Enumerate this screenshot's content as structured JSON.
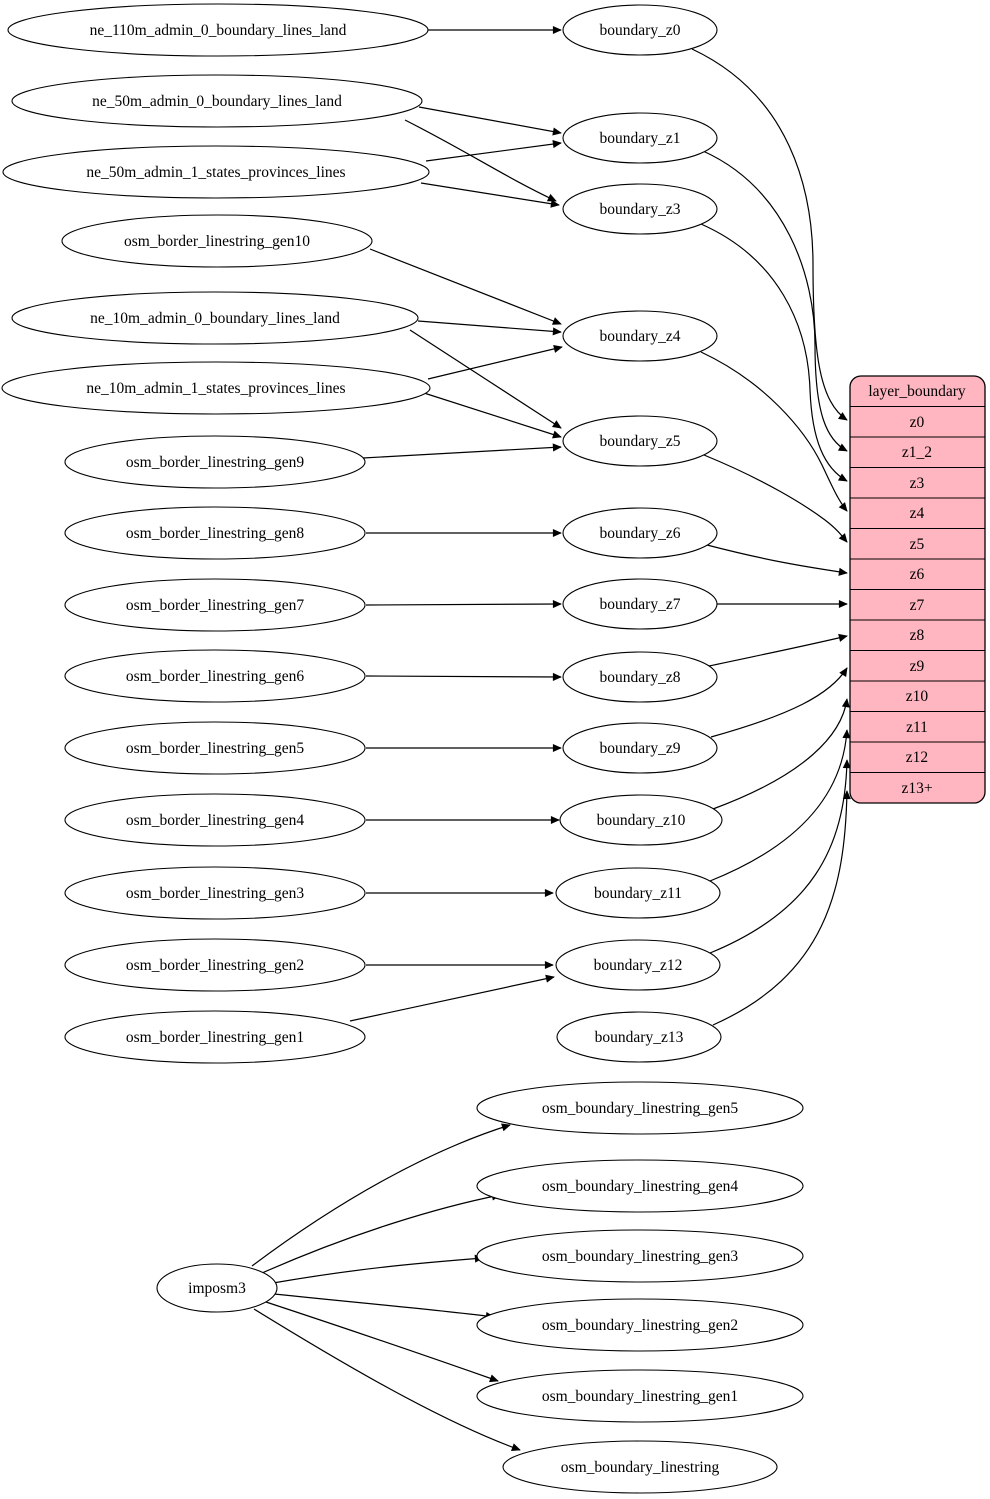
{
  "diagram": {
    "kind": "graphviz-digraph",
    "background_color": "#ffffff",
    "node_fill": "#ffffff",
    "node_stroke": "#000000",
    "edge_color": "#000000",
    "record_fill": "#ffb6c1"
  },
  "nodes": {
    "left": [
      "ne_110m_admin_0_boundary_lines_land",
      "ne_50m_admin_0_boundary_lines_land",
      "ne_50m_admin_1_states_provinces_lines",
      "osm_border_linestring_gen10",
      "ne_10m_admin_0_boundary_lines_land",
      "ne_10m_admin_1_states_provinces_lines",
      "osm_border_linestring_gen9",
      "osm_border_linestring_gen8",
      "osm_border_linestring_gen7",
      "osm_border_linestring_gen6",
      "osm_border_linestring_gen5",
      "osm_border_linestring_gen4",
      "osm_border_linestring_gen3",
      "osm_border_linestring_gen2",
      "osm_border_linestring_gen1"
    ],
    "middle": [
      "boundary_z0",
      "boundary_z1",
      "boundary_z3",
      "boundary_z4",
      "boundary_z5",
      "boundary_z6",
      "boundary_z7",
      "boundary_z8",
      "boundary_z9",
      "boundary_z10",
      "boundary_z11",
      "boundary_z12",
      "boundary_z13"
    ],
    "imposm3": "imposm3",
    "bottom": [
      "osm_boundary_linestring_gen5",
      "osm_boundary_linestring_gen4",
      "osm_boundary_linestring_gen3",
      "osm_boundary_linestring_gen2",
      "osm_boundary_linestring_gen1",
      "osm_boundary_linestring"
    ]
  },
  "table": {
    "title": "layer_boundary",
    "rows": [
      "z0",
      "z1_2",
      "z3",
      "z4",
      "z5",
      "z6",
      "z7",
      "z8",
      "z9",
      "z10",
      "z11",
      "z12",
      "z13+"
    ]
  },
  "edges": [
    {
      "from": "ne_110m_admin_0_boundary_lines_land",
      "to": "boundary_z0"
    },
    {
      "from": "ne_50m_admin_0_boundary_lines_land",
      "to": "boundary_z1"
    },
    {
      "from": "ne_50m_admin_0_boundary_lines_land",
      "to": "boundary_z3"
    },
    {
      "from": "ne_50m_admin_1_states_provinces_lines",
      "to": "boundary_z1"
    },
    {
      "from": "ne_50m_admin_1_states_provinces_lines",
      "to": "boundary_z3"
    },
    {
      "from": "osm_border_linestring_gen10",
      "to": "boundary_z4"
    },
    {
      "from": "ne_10m_admin_0_boundary_lines_land",
      "to": "boundary_z4"
    },
    {
      "from": "ne_10m_admin_0_boundary_lines_land",
      "to": "boundary_z5"
    },
    {
      "from": "ne_10m_admin_1_states_provinces_lines",
      "to": "boundary_z4"
    },
    {
      "from": "ne_10m_admin_1_states_provinces_lines",
      "to": "boundary_z5"
    },
    {
      "from": "osm_border_linestring_gen9",
      "to": "boundary_z5"
    },
    {
      "from": "osm_border_linestring_gen8",
      "to": "boundary_z6"
    },
    {
      "from": "osm_border_linestring_gen7",
      "to": "boundary_z7"
    },
    {
      "from": "osm_border_linestring_gen6",
      "to": "boundary_z8"
    },
    {
      "from": "osm_border_linestring_gen5",
      "to": "boundary_z9"
    },
    {
      "from": "osm_border_linestring_gen4",
      "to": "boundary_z10"
    },
    {
      "from": "osm_border_linestring_gen3",
      "to": "boundary_z11"
    },
    {
      "from": "osm_border_linestring_gen2",
      "to": "boundary_z12"
    },
    {
      "from": "osm_border_linestring_gen1",
      "to": "boundary_z12"
    },
    {
      "from": "boundary_z0",
      "to": "layer_boundary.z0"
    },
    {
      "from": "boundary_z1",
      "to": "layer_boundary.z1_2"
    },
    {
      "from": "boundary_z3",
      "to": "layer_boundary.z3"
    },
    {
      "from": "boundary_z4",
      "to": "layer_boundary.z4"
    },
    {
      "from": "boundary_z5",
      "to": "layer_boundary.z5"
    },
    {
      "from": "boundary_z6",
      "to": "layer_boundary.z6"
    },
    {
      "from": "boundary_z7",
      "to": "layer_boundary.z7"
    },
    {
      "from": "boundary_z8",
      "to": "layer_boundary.z8"
    },
    {
      "from": "boundary_z9",
      "to": "layer_boundary.z9"
    },
    {
      "from": "boundary_z10",
      "to": "layer_boundary.z10"
    },
    {
      "from": "boundary_z11",
      "to": "layer_boundary.z11"
    },
    {
      "from": "boundary_z12",
      "to": "layer_boundary.z12"
    },
    {
      "from": "boundary_z13",
      "to": "layer_boundary.z13+"
    },
    {
      "from": "imposm3",
      "to": "osm_boundary_linestring_gen5"
    },
    {
      "from": "imposm3",
      "to": "osm_boundary_linestring_gen4"
    },
    {
      "from": "imposm3",
      "to": "osm_boundary_linestring_gen3"
    },
    {
      "from": "imposm3",
      "to": "osm_boundary_linestring_gen2"
    },
    {
      "from": "imposm3",
      "to": "osm_boundary_linestring_gen1"
    },
    {
      "from": "imposm3",
      "to": "osm_boundary_linestring"
    }
  ]
}
